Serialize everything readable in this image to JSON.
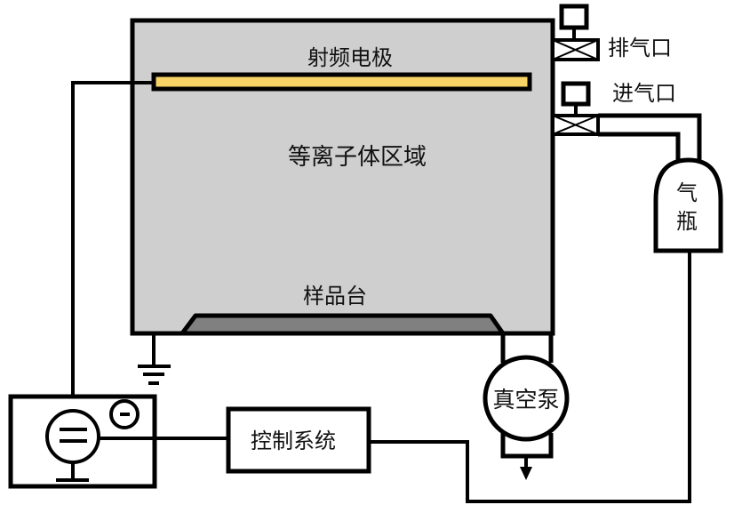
{
  "diagram": {
    "type": "plasma-treatment-apparatus-schematic",
    "colors": {
      "chamber_fill": "#cfcfcf",
      "electrode_fill": "#f7d266",
      "stage_fill": "#808080",
      "line": "#000000",
      "background": "#ffffff"
    },
    "labels": {
      "rf_electrode": "射频电极",
      "plasma_region": "等离子体区域",
      "sample_stage": "样品台",
      "exhaust_port": "排气口",
      "inlet_port": "进气口",
      "gas_cylinder_line1": "气",
      "gas_cylinder_line2": "瓶",
      "vacuum_pump": "真空泵",
      "control_system": "控制系统"
    },
    "components": [
      {
        "id": "chamber",
        "label": "等离子体区域"
      },
      {
        "id": "rf-electrode",
        "label": "射频电极"
      },
      {
        "id": "sample-stage",
        "label": "样品台"
      },
      {
        "id": "exhaust-valve",
        "label": "排气口"
      },
      {
        "id": "inlet-valve",
        "label": "进气口"
      },
      {
        "id": "gas-cylinder",
        "label": "气瓶"
      },
      {
        "id": "vacuum-pump",
        "label": "真空泵"
      },
      {
        "id": "control-system",
        "label": "控制系统"
      },
      {
        "id": "rf-power-supply",
        "label": ""
      },
      {
        "id": "ground",
        "label": ""
      }
    ],
    "connections": [
      [
        "rf-power-supply",
        "rf-electrode"
      ],
      [
        "rf-power-supply",
        "control-system"
      ],
      [
        "control-system",
        "gas-cylinder"
      ],
      [
        "gas-cylinder",
        "inlet-valve"
      ],
      [
        "inlet-valve",
        "chamber"
      ],
      [
        "exhaust-valve",
        "chamber"
      ],
      [
        "chamber",
        "vacuum-pump"
      ],
      [
        "chamber",
        "ground"
      ]
    ]
  }
}
